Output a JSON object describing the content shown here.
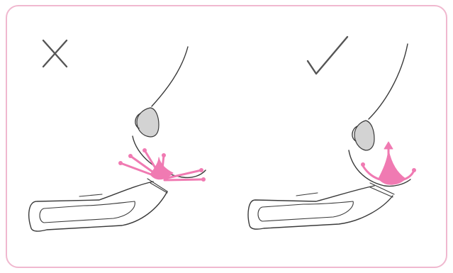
{
  "panels": [
    {
      "id": "incorrect",
      "mark_icon": "cross-mark-icon",
      "mark_glyph": "X"
    },
    {
      "id": "correct",
      "mark_icon": "check-mark-icon",
      "mark_glyph": "✓"
    }
  ],
  "colors": {
    "border": "#f0b8cf",
    "suction": "#f07ab2",
    "outline": "#3a3a3a",
    "areola": "#d3d3d3"
  }
}
